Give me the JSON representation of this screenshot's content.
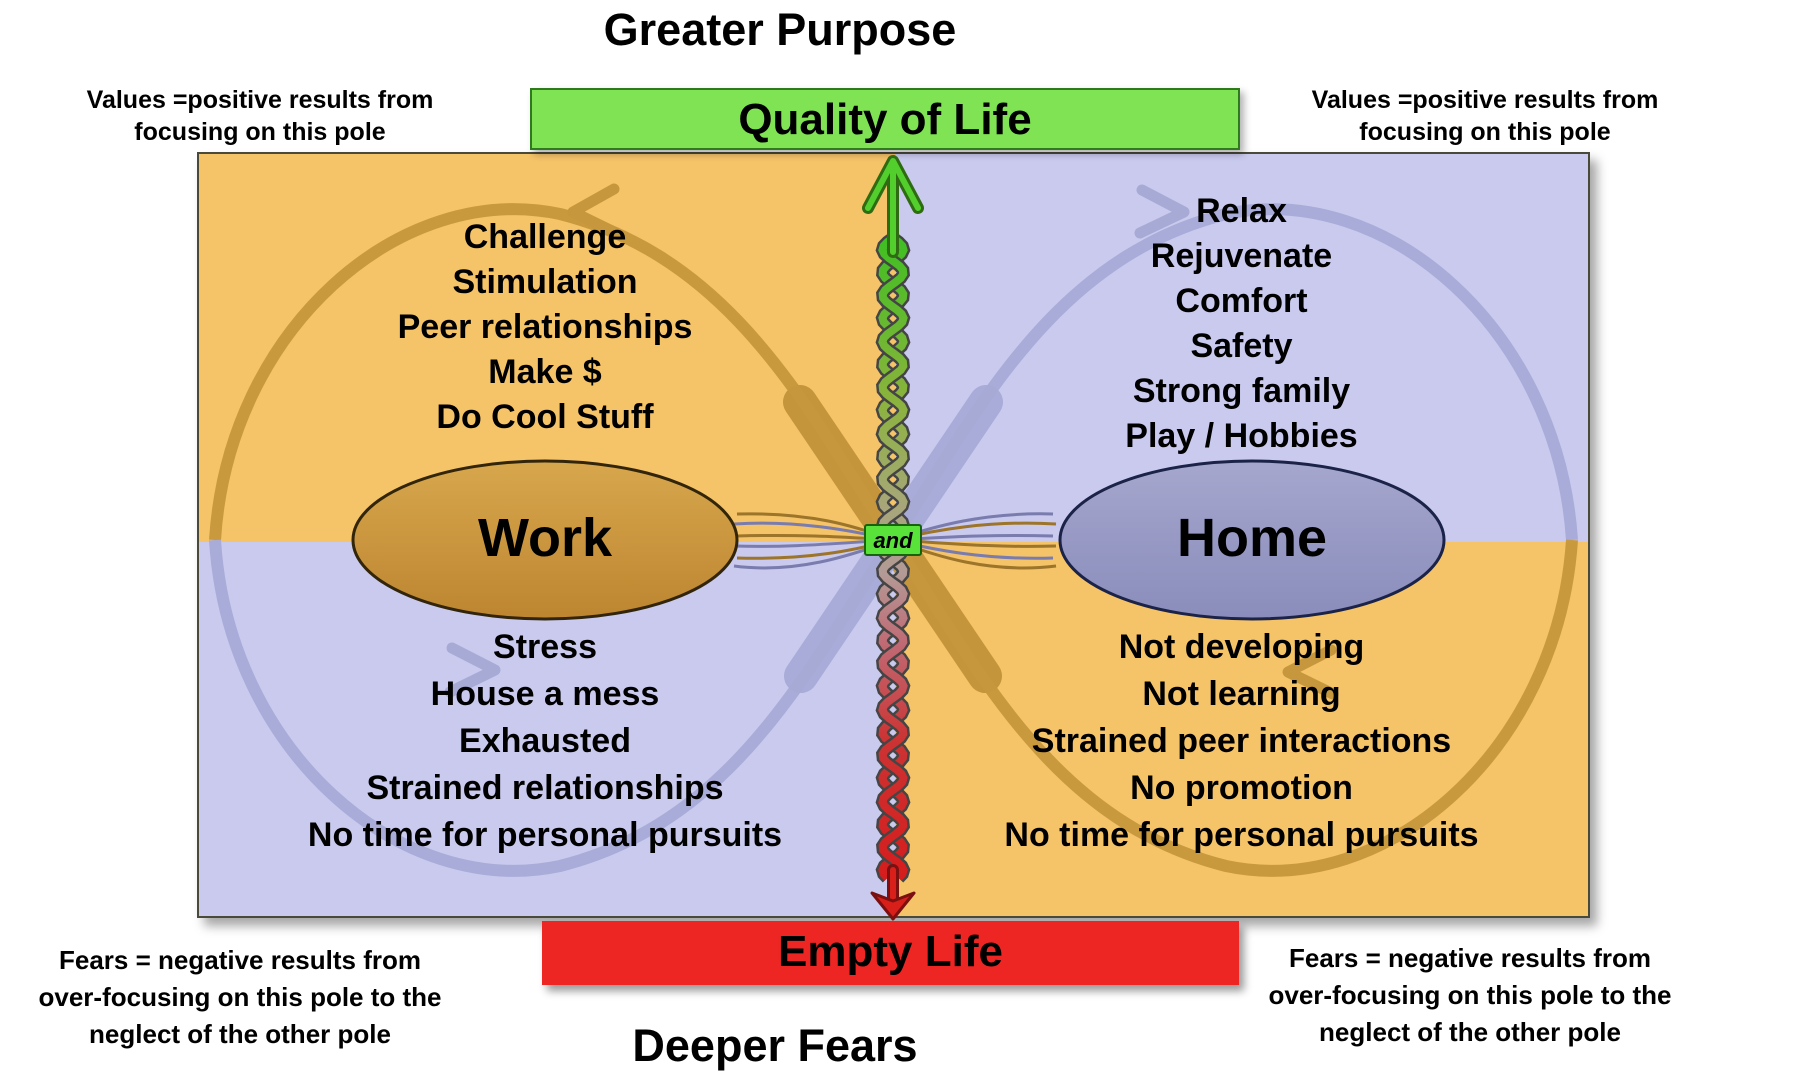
{
  "titles": {
    "top": "Greater Purpose",
    "bottom": "Deeper Fears"
  },
  "banners": {
    "top": {
      "label": "Quality of Life",
      "color": "#7FE354"
    },
    "bottom": {
      "label": "Empty Life",
      "color": "#EE2623"
    }
  },
  "annotations": {
    "values_left": {
      "line1": "Values =positive results from",
      "line2": "focusing on this pole"
    },
    "values_right": {
      "line1": "Values =positive results from",
      "line2": "focusing on this pole"
    },
    "fears_left": {
      "line1": "Fears = negative results from",
      "line2": "over-focusing on this pole to the",
      "line3": "neglect of the other pole"
    },
    "fears_right": {
      "line1": "Fears = negative results from",
      "line2": "over-focusing on this pole to the",
      "line3": "neglect of the other pole"
    }
  },
  "poles": {
    "left": {
      "label": "Work",
      "color": "#C8943C"
    },
    "right": {
      "label": "Home",
      "color": "#9496C6"
    }
  },
  "connector_label": "and",
  "quadrants": {
    "top_left": {
      "bg": "#F5C368",
      "items": [
        "Challenge",
        "Stimulation",
        "Peer relationships",
        "Make $",
        "Do Cool Stuff"
      ]
    },
    "top_right": {
      "bg": "#C9CAEE",
      "items": [
        "Relax",
        "Rejuvenate",
        "Comfort",
        "Safety",
        "Strong family",
        "Play / Hobbies"
      ]
    },
    "bottom_left": {
      "bg": "#C9CAEE",
      "items": [
        "Stress",
        "House a mess",
        "Exhausted",
        "Strained relationships",
        "No time for personal pursuits"
      ]
    },
    "bottom_right": {
      "bg": "#F5C368",
      "items": [
        "Not developing",
        "Not learning",
        "Strained peer interactions",
        "No promotion",
        "No time for personal pursuits"
      ]
    }
  },
  "flow_colors": {
    "loop_gold": "#C6973C",
    "loop_lavender": "#A8AAD6",
    "helix_top": "#3FBF22",
    "helix_bottom": "#D61C1C"
  }
}
